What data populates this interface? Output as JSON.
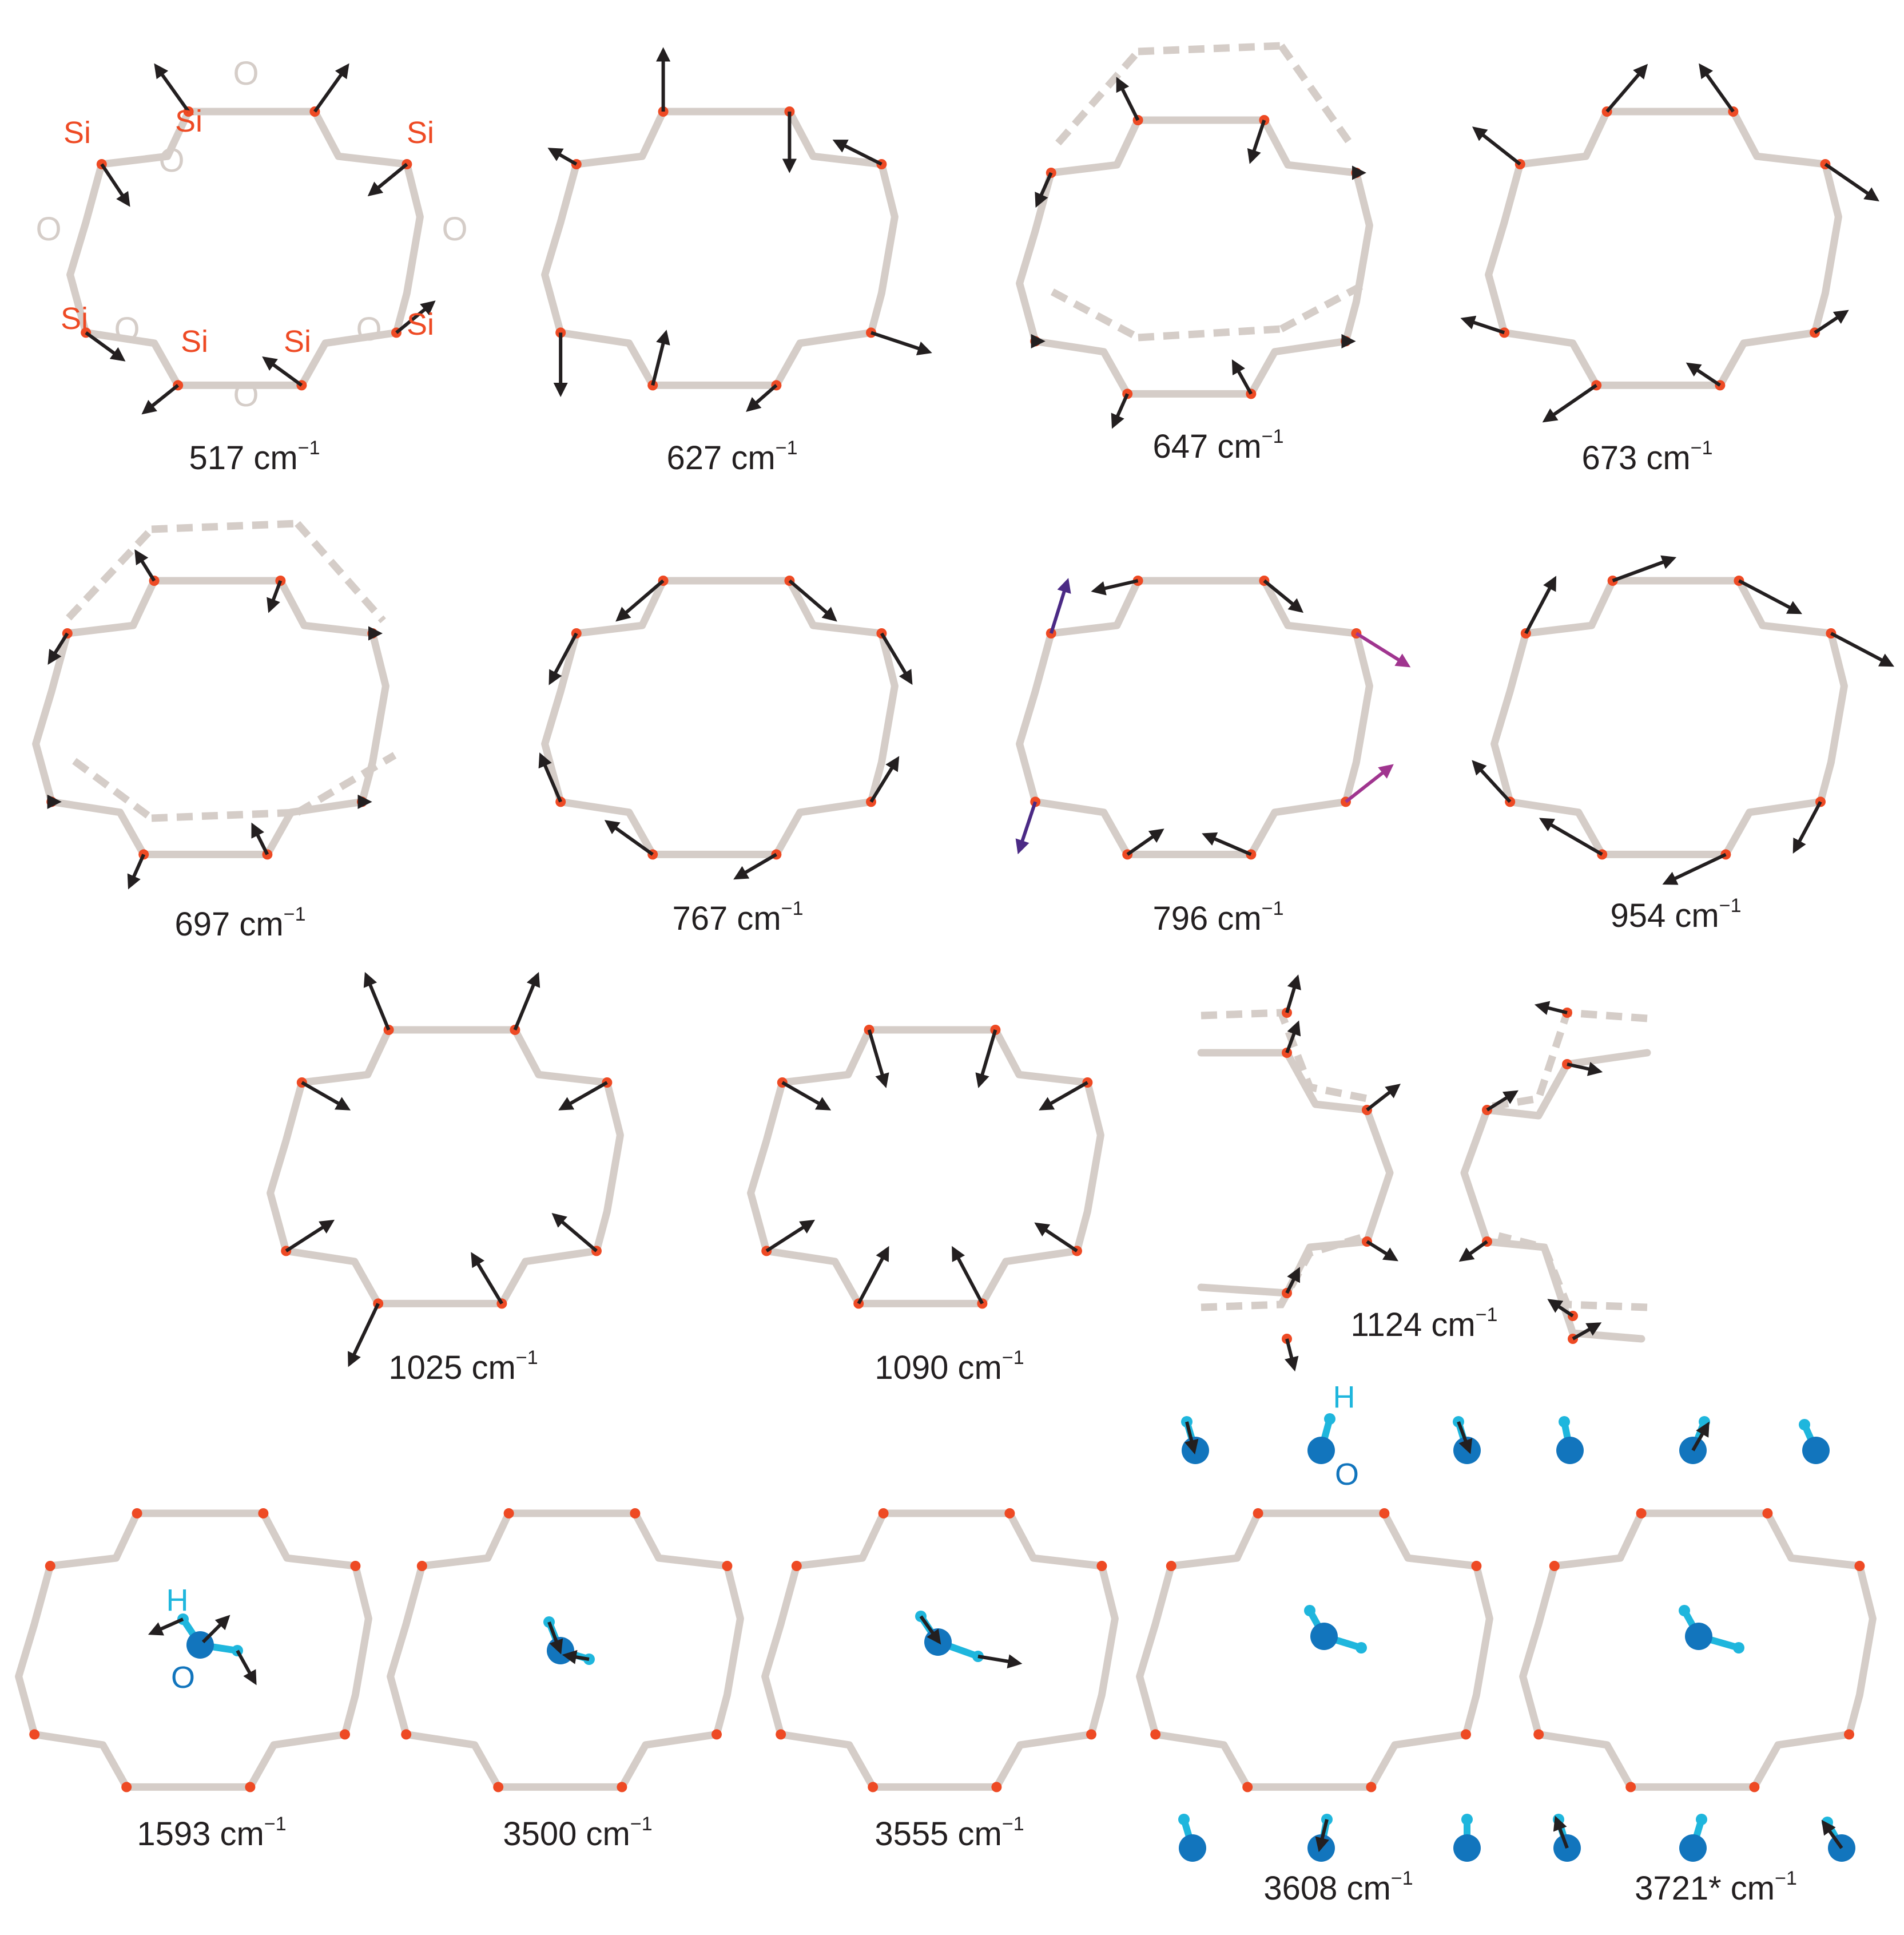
{
  "colors": {
    "ring": "#d5cdc8",
    "silicon": "#ee4a24",
    "arrow": "#231f20",
    "arrow_purple": "#4b2a85",
    "arrow_magenta": "#a0358f",
    "water_oxygen": "#1275bd",
    "water_hydrogen": "#1fb6dd"
  },
  "atom_labels": {
    "silicon": "Si",
    "oxygen": "O",
    "hydrogen": "H"
  },
  "unit": "cm",
  "unit_exponent": "−1",
  "modes": [
    {
      "id": "m517",
      "freq": "517"
    },
    {
      "id": "m627",
      "freq": "627"
    },
    {
      "id": "m647",
      "freq": "647"
    },
    {
      "id": "m673",
      "freq": "673"
    },
    {
      "id": "m697",
      "freq": "697"
    },
    {
      "id": "m767",
      "freq": "767"
    },
    {
      "id": "m796",
      "freq": "796"
    },
    {
      "id": "m954",
      "freq": "954"
    },
    {
      "id": "m1025",
      "freq": "1025"
    },
    {
      "id": "m1090",
      "freq": "1090"
    },
    {
      "id": "m1124",
      "freq": "1124"
    },
    {
      "id": "m1593",
      "freq": "1593"
    },
    {
      "id": "m3500",
      "freq": "3500"
    },
    {
      "id": "m3555",
      "freq": "3555"
    },
    {
      "id": "m3608",
      "freq": "3608"
    },
    {
      "id": "m3721",
      "freq": "3721*"
    }
  ]
}
